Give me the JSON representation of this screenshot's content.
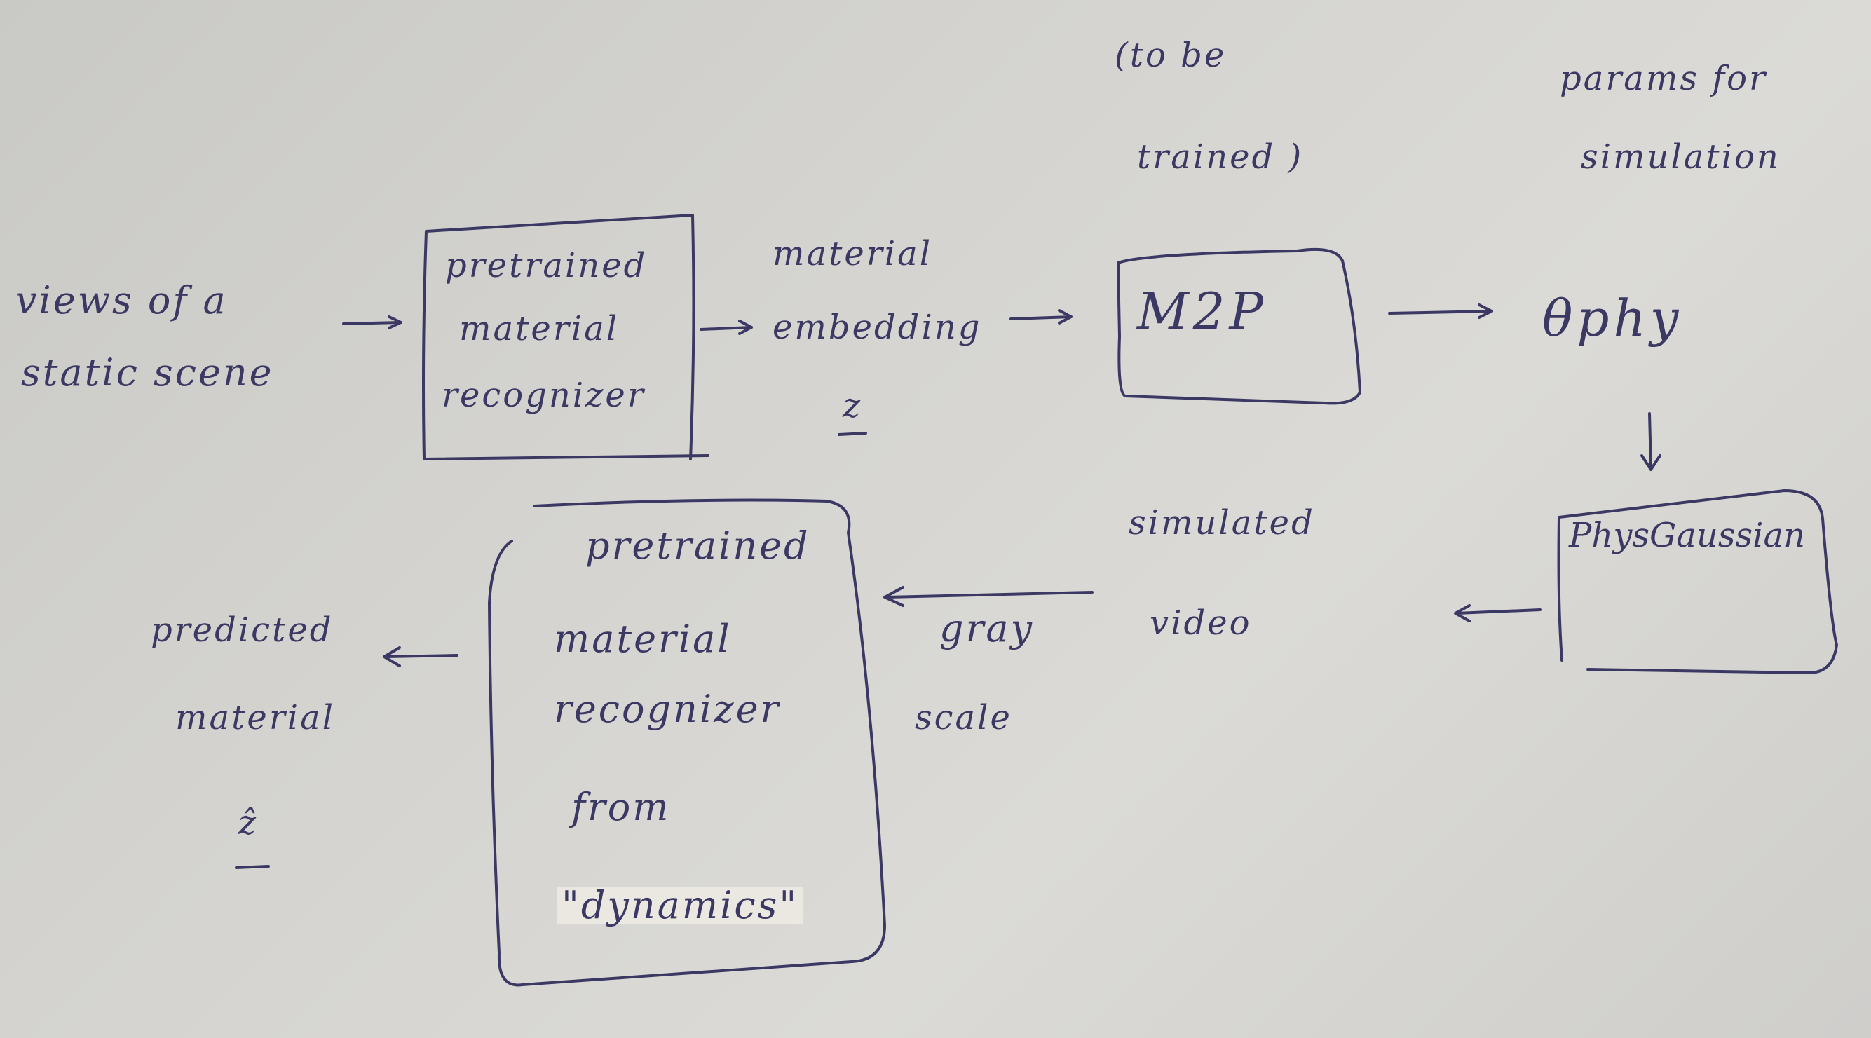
{
  "labels": {
    "views_line1": "views of a",
    "views_line2": "static scene",
    "recognizer1_line1": "pretrained",
    "recognizer1_line2": "material",
    "recognizer1_line3": "recognizer",
    "embedding_line1": "material",
    "embedding_line2": "embedding",
    "embedding_symbol": "z",
    "note_line1": "(to be",
    "note_line2": "trained )",
    "m2p": "M2P",
    "params_line1": "params for",
    "params_line2": "simulation",
    "theta": "θphy",
    "physgaussian": "PhysGaussian",
    "sim_line1": "simulated",
    "sim_line2": "video",
    "gray_line1": "gray",
    "gray_line2": "scale",
    "recognizer2_line1": "pretrained",
    "recognizer2_line2": "material",
    "recognizer2_line3": "recognizer",
    "recognizer2_line4": "from",
    "recognizer2_line5": "\"dynamics\"",
    "predicted_line1": "predicted",
    "predicted_line2": "material",
    "predicted_symbol": "ẑ"
  },
  "colors": {
    "ink": "#3b3963",
    "paper": "#d4d3cf"
  }
}
